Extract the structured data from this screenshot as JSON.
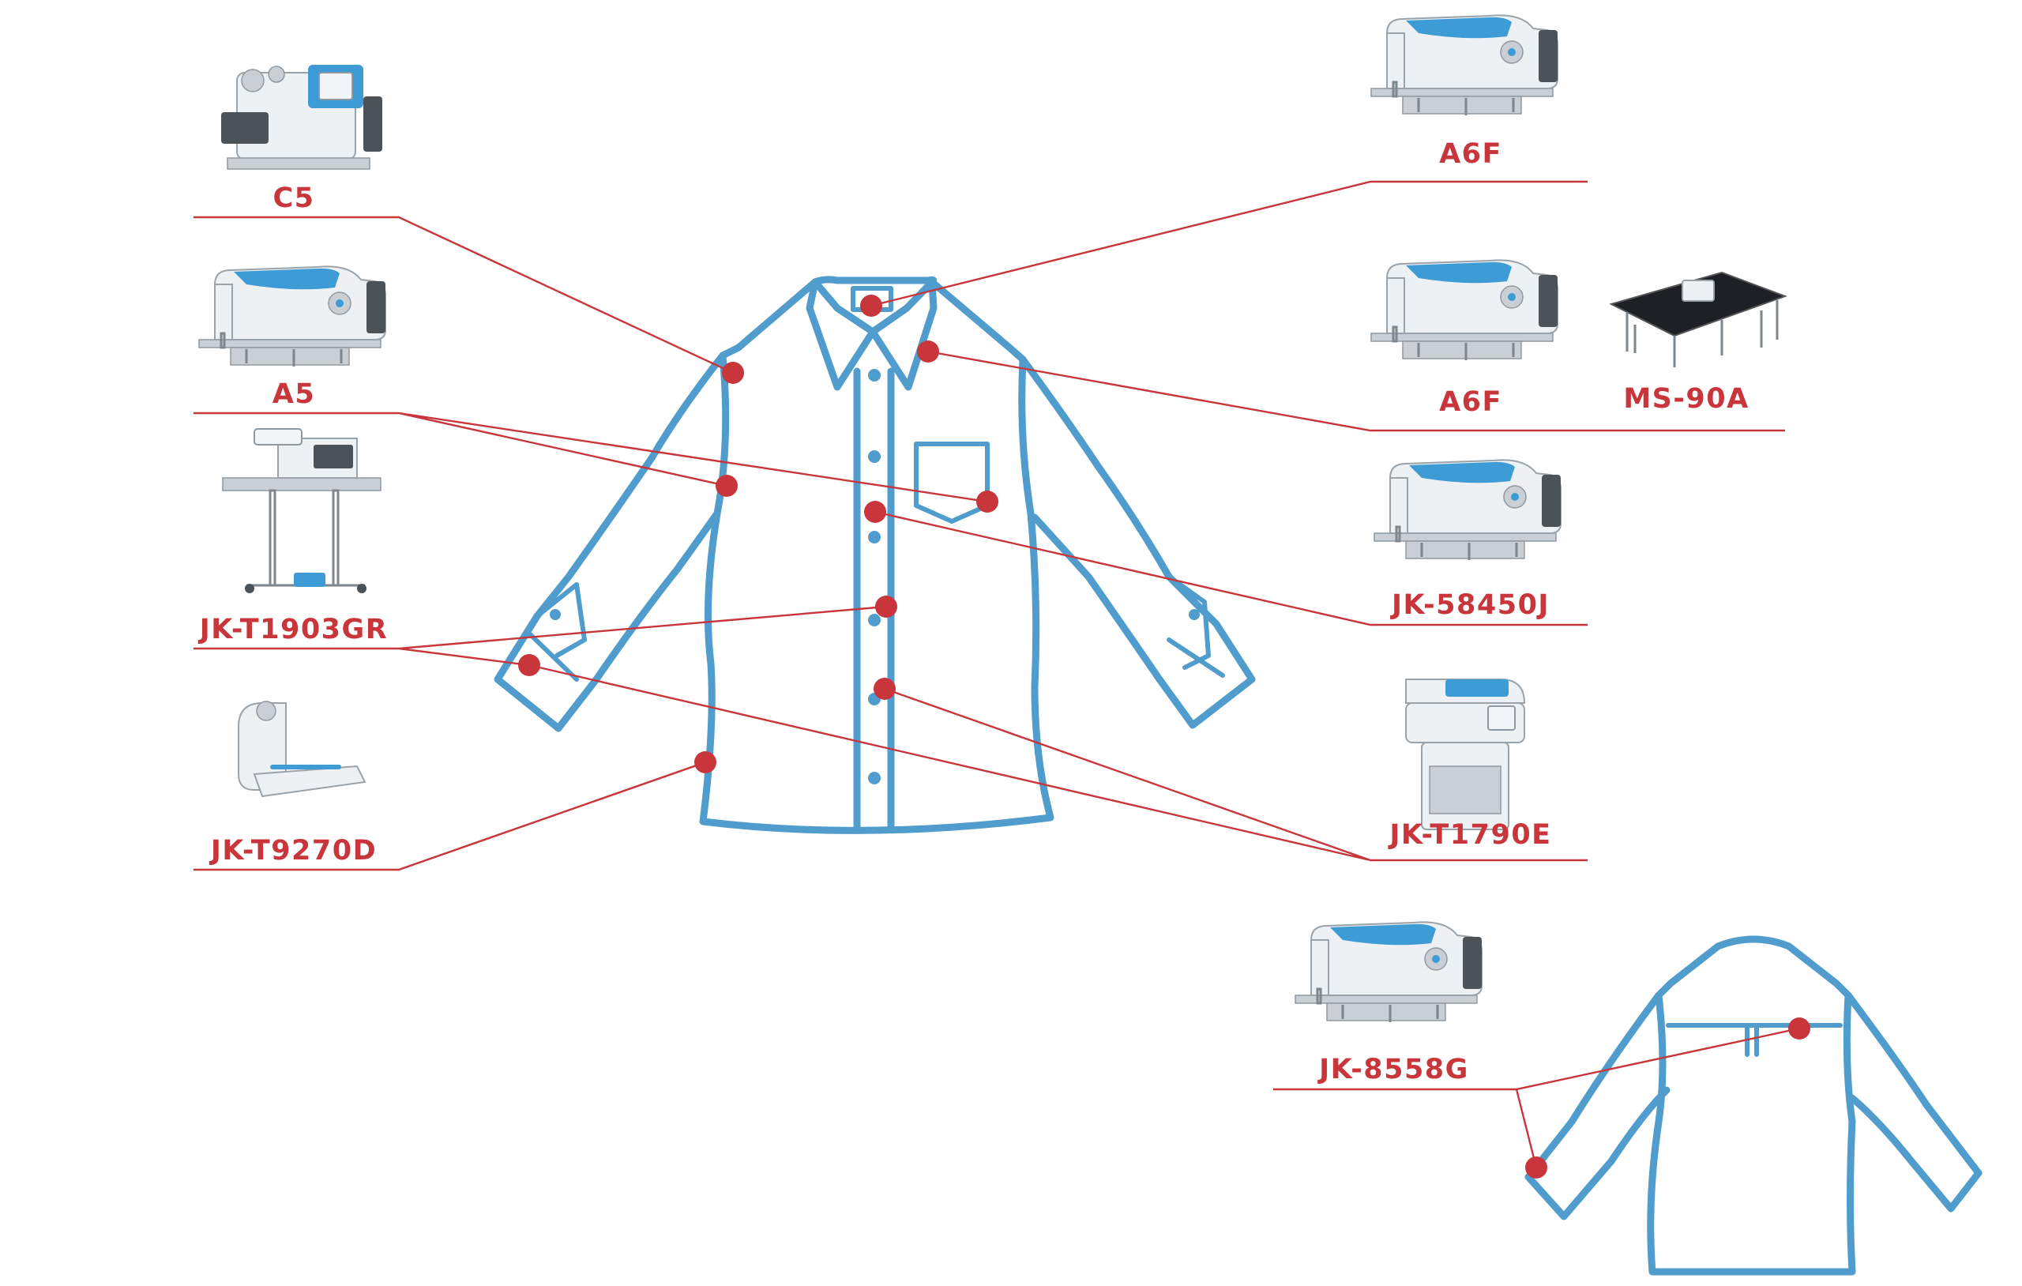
{
  "machines": [
    {
      "id": "c5",
      "label": "C5",
      "type": "overlock"
    },
    {
      "id": "a5",
      "label": "A5",
      "type": "lockstitch"
    },
    {
      "id": "jk-t1903gr",
      "label": "JK-T1903GR",
      "type": "automatic-button-sewer"
    },
    {
      "id": "jk-t9270d",
      "label": "JK-T9270D",
      "type": "feed-off-the-arm"
    },
    {
      "id": "a6f-top",
      "label": "A6F",
      "type": "lockstitch"
    },
    {
      "id": "a6f-second",
      "label": "A6F",
      "type": "lockstitch"
    },
    {
      "id": "ms-90a",
      "label": "MS-90A",
      "type": "pattern-sewer"
    },
    {
      "id": "jk-58450j",
      "label": "JK-58450J",
      "type": "double-needle"
    },
    {
      "id": "jk-t1790e",
      "label": "JK-T1790E",
      "type": "buttonhole"
    },
    {
      "id": "jk-8558g",
      "label": "JK-8558G",
      "type": "double-needle"
    }
  ],
  "colors": {
    "accent": "#c8363b",
    "garment": "#4f9ccd",
    "machine_blue": "#3d9bd6",
    "background": "#ffffff"
  }
}
